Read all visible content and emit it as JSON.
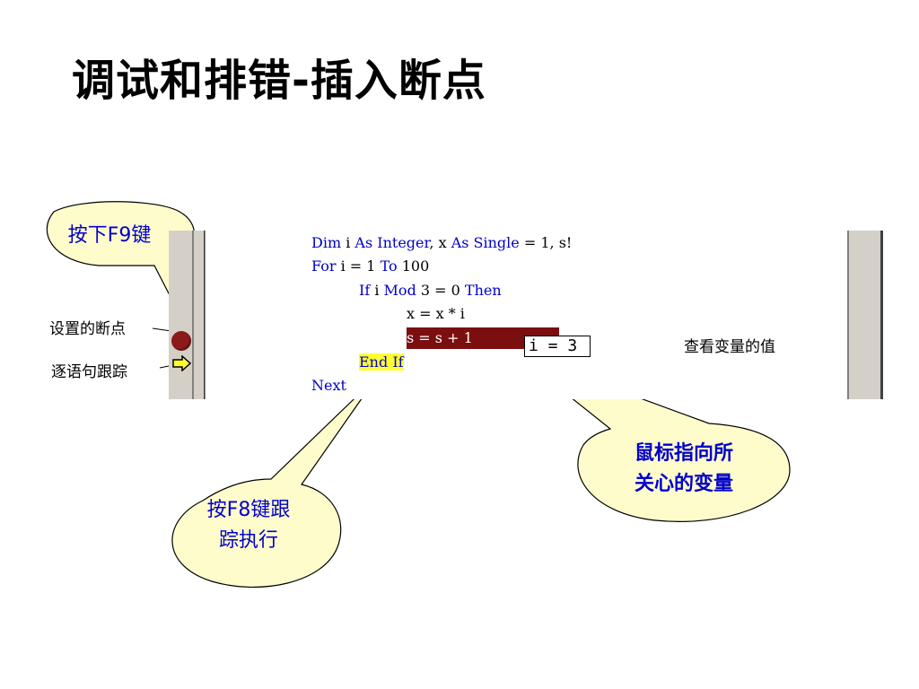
{
  "title": "调试和排错-插入断点",
  "code": {
    "line1": [
      "Dim",
      " i ",
      "As",
      " ",
      "Integer",
      ", x ",
      "As",
      " ",
      "Single",
      " = 1, s!"
    ],
    "line2": [
      "For",
      " i = 1 ",
      "To",
      " 100"
    ],
    "line3": [
      "If",
      " i ",
      "Mod",
      " 3 = 0 ",
      "Then"
    ],
    "line4": "x = x * i",
    "line5": "s = s + 1",
    "line6": [
      "End",
      " ",
      "If"
    ],
    "line7": "Next"
  },
  "tooltip": "i = 3",
  "labels": {
    "breakpoint": "设置的断点",
    "step": "逐语句跟踪",
    "watch": "查看变量的值"
  },
  "callouts": {
    "f9": "按下F9键",
    "f8_line1": "按F8键跟",
    "f8_line2": "踪执行",
    "hover_line1": "鼠标指向所",
    "hover_line2": "关心的变量"
  },
  "colors": {
    "keyword": "#0000c8",
    "breakpoint_bg": "#7b0f0f",
    "current_line_bg": "#ffff30",
    "bubble_fill": "#fffccc",
    "callout_text": "#0000cc"
  }
}
